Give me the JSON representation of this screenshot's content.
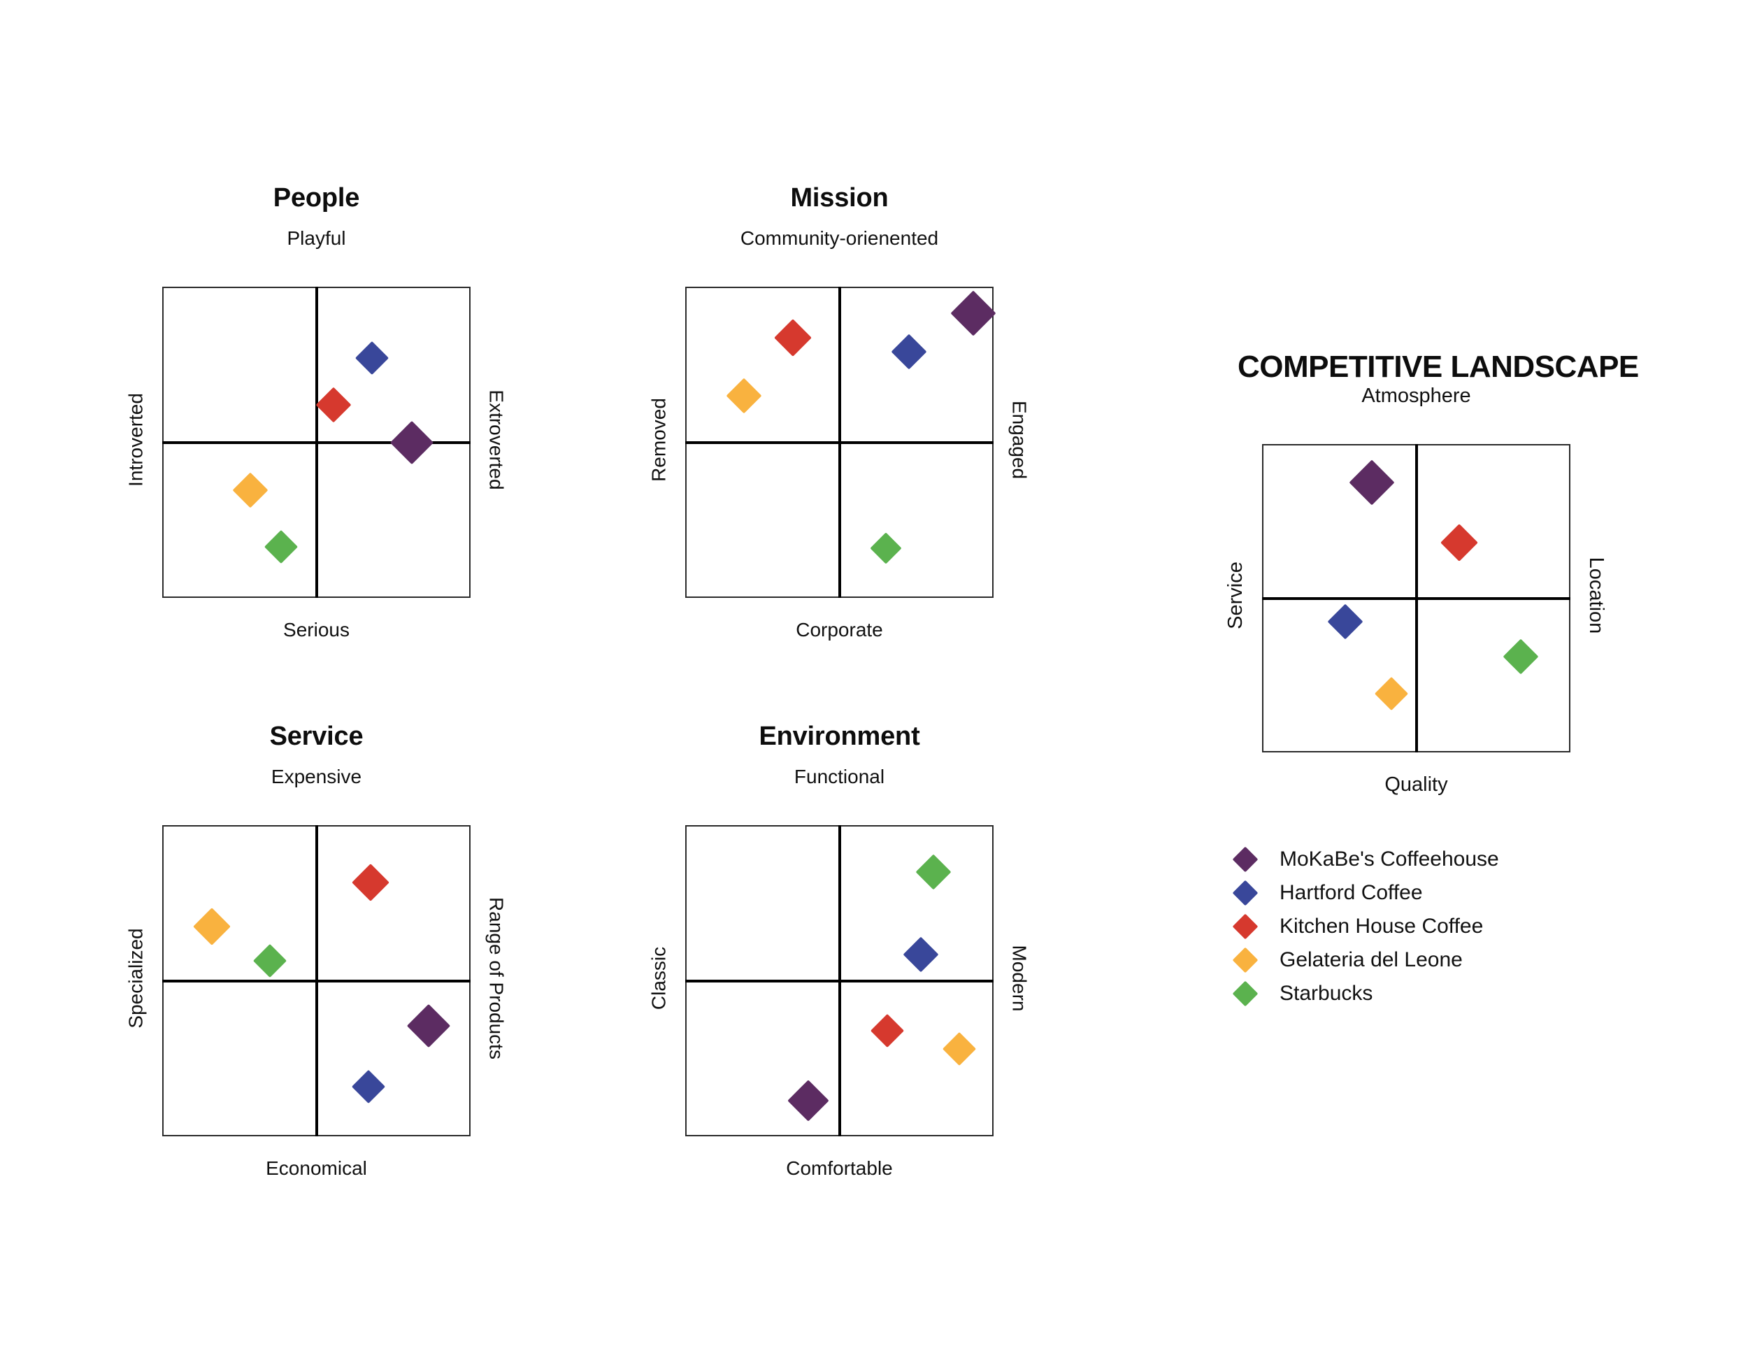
{
  "palette": {
    "mokabes": "#5C2C62",
    "hartford": "#39479A",
    "kitchen_house": "#D6392E",
    "gelateria": "#F9B23F",
    "starbucks": "#5BB24E",
    "frame_stroke": "#2a2a2a",
    "cross_stroke": "#000000",
    "text": "#111111",
    "background": "#ffffff"
  },
  "landscape": {
    "title": "COMPETITIVE LANDSCAPE"
  },
  "legend": {
    "items": [
      {
        "label": "MoKaBe's Coffeehouse",
        "color": "#5C2C62",
        "icon": "diamond-marker-icon"
      },
      {
        "label": "Hartford Coffee",
        "color": "#39479A",
        "icon": "diamond-marker-icon"
      },
      {
        "label": "Kitchen House Coffee",
        "color": "#D6392E",
        "icon": "diamond-marker-icon"
      },
      {
        "label": "Gelateria del Leone",
        "color": "#F9B23F",
        "icon": "diamond-marker-icon"
      },
      {
        "label": "Starbucks",
        "color": "#5BB24E",
        "icon": "diamond-marker-icon"
      }
    ]
  },
  "chart_data": [
    {
      "id": "people",
      "type": "scatter",
      "title": "People",
      "top_label": "Playful",
      "bottom_label": "Serious",
      "left_label": "Introverted",
      "right_label": "Extroverted",
      "xlim": [
        -1,
        1
      ],
      "ylim": [
        -1,
        1
      ],
      "grid": false,
      "quadrant_cross": true,
      "points": [
        {
          "name": "Hartford Coffee",
          "color": "#39479A",
          "x": 0.36,
          "y": 0.54,
          "size": 34
        },
        {
          "name": "Kitchen House Coffee",
          "color": "#D6392E",
          "x": 0.11,
          "y": 0.24,
          "size": 36
        },
        {
          "name": "MoKaBe's Coffeehouse",
          "color": "#5C2C62",
          "x": 0.62,
          "y": 0.0,
          "size": 44
        },
        {
          "name": "Gelateria del Leone",
          "color": "#F9B23F",
          "x": -0.43,
          "y": -0.31,
          "size": 36
        },
        {
          "name": "Starbucks",
          "color": "#5BB24E",
          "x": -0.23,
          "y": -0.67,
          "size": 34
        }
      ]
    },
    {
      "id": "mission",
      "type": "scatter",
      "title": "Mission",
      "top_label": "Community-orienented",
      "bottom_label": "Corporate",
      "left_label": "Removed",
      "right_label": "Engaged",
      "xlim": [
        -1,
        1
      ],
      "ylim": [
        -1,
        1
      ],
      "grid": false,
      "quadrant_cross": true,
      "points": [
        {
          "name": "MoKaBe's Coffeehouse",
          "color": "#5C2C62",
          "x": 0.87,
          "y": 0.83,
          "size": 46
        },
        {
          "name": "Hartford Coffee",
          "color": "#39479A",
          "x": 0.45,
          "y": 0.58,
          "size": 36
        },
        {
          "name": "Kitchen House Coffee",
          "color": "#D6392E",
          "x": -0.3,
          "y": 0.67,
          "size": 38
        },
        {
          "name": "Gelateria del Leone",
          "color": "#F9B23F",
          "x": -0.62,
          "y": 0.3,
          "size": 36
        },
        {
          "name": "Starbucks",
          "color": "#5BB24E",
          "x": 0.3,
          "y": -0.68,
          "size": 32
        }
      ]
    },
    {
      "id": "service",
      "type": "scatter",
      "title": "Service",
      "top_label": "Expensive",
      "bottom_label": "Economical",
      "left_label": "Specialized",
      "right_label": "Range of Products",
      "xlim": [
        -1,
        1
      ],
      "ylim": [
        -1,
        1
      ],
      "grid": false,
      "quadrant_cross": true,
      "points": [
        {
          "name": "Kitchen House Coffee",
          "color": "#D6392E",
          "x": 0.35,
          "y": 0.63,
          "size": 38
        },
        {
          "name": "Gelateria del Leone",
          "color": "#F9B23F",
          "x": -0.68,
          "y": 0.35,
          "size": 38
        },
        {
          "name": "Starbucks",
          "color": "#5BB24E",
          "x": -0.3,
          "y": 0.13,
          "size": 34
        },
        {
          "name": "MoKaBe's Coffeehouse",
          "color": "#5C2C62",
          "x": 0.73,
          "y": -0.29,
          "size": 44
        },
        {
          "name": "Hartford Coffee",
          "color": "#39479A",
          "x": 0.34,
          "y": -0.68,
          "size": 34
        }
      ]
    },
    {
      "id": "environment",
      "type": "scatter",
      "title": "Environment",
      "top_label": "Functional",
      "bottom_label": "Comfortable",
      "left_label": "Classic",
      "right_label": "Modern",
      "xlim": [
        -1,
        1
      ],
      "ylim": [
        -1,
        1
      ],
      "grid": false,
      "quadrant_cross": true,
      "points": [
        {
          "name": "Starbucks",
          "color": "#5BB24E",
          "x": 0.61,
          "y": 0.7,
          "size": 36
        },
        {
          "name": "Hartford Coffee",
          "color": "#39479A",
          "x": 0.53,
          "y": 0.17,
          "size": 36
        },
        {
          "name": "Kitchen House Coffee",
          "color": "#D6392E",
          "x": 0.31,
          "y": -0.32,
          "size": 34
        },
        {
          "name": "Gelateria del Leone",
          "color": "#F9B23F",
          "x": 0.78,
          "y": -0.44,
          "size": 34
        },
        {
          "name": "MoKaBe's Coffeehouse",
          "color": "#5C2C62",
          "x": -0.2,
          "y": -0.77,
          "size": 42
        }
      ]
    },
    {
      "id": "landscape",
      "type": "scatter",
      "title": "COMPETITIVE LANDSCAPE",
      "top_label": "Atmosphere",
      "bottom_label": "Quality",
      "left_label": "Service",
      "right_label": "Location",
      "xlim": [
        -1,
        1
      ],
      "ylim": [
        -1,
        1
      ],
      "grid": false,
      "quadrant_cross": true,
      "points": [
        {
          "name": "MoKaBe's Coffeehouse",
          "color": "#5C2C62",
          "x": -0.29,
          "y": 0.75,
          "size": 46
        },
        {
          "name": "Kitchen House Coffee",
          "color": "#D6392E",
          "x": 0.28,
          "y": 0.36,
          "size": 38
        },
        {
          "name": "Hartford Coffee",
          "color": "#39479A",
          "x": -0.46,
          "y": -0.15,
          "size": 36
        },
        {
          "name": "Starbucks",
          "color": "#5BB24E",
          "x": 0.68,
          "y": -0.38,
          "size": 36
        },
        {
          "name": "Gelateria del Leone",
          "color": "#F9B23F",
          "x": -0.16,
          "y": -0.62,
          "size": 34
        }
      ]
    }
  ]
}
